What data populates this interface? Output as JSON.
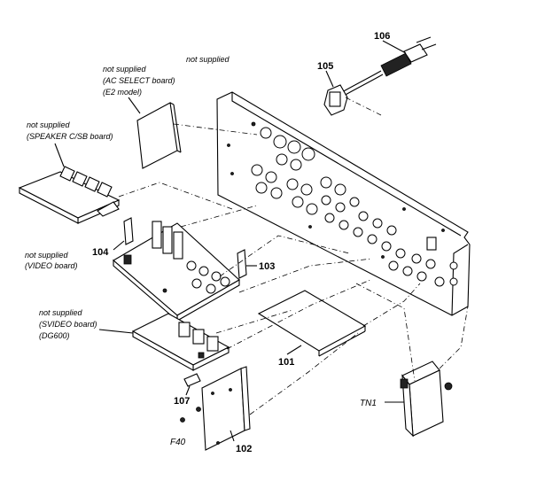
{
  "labels": {
    "chassis_note": "not supplied",
    "ac_select": [
      "not supplied",
      "(AC SELECT board)",
      "(E2 model)"
    ],
    "speaker": [
      "not supplied",
      "(SPEAKER C/SB board)"
    ],
    "video": [
      "not supplied",
      "(VIDEO board)"
    ],
    "svideo": [
      "not supplied",
      "(SVIDEO board)",
      "(DG600)"
    ]
  },
  "part_numbers": {
    "p101": "101",
    "p102": "102",
    "p103": "103",
    "p104": "104",
    "p105": "105",
    "p106": "106",
    "p107": "107",
    "tn1": "TN1",
    "f40": "F40"
  }
}
